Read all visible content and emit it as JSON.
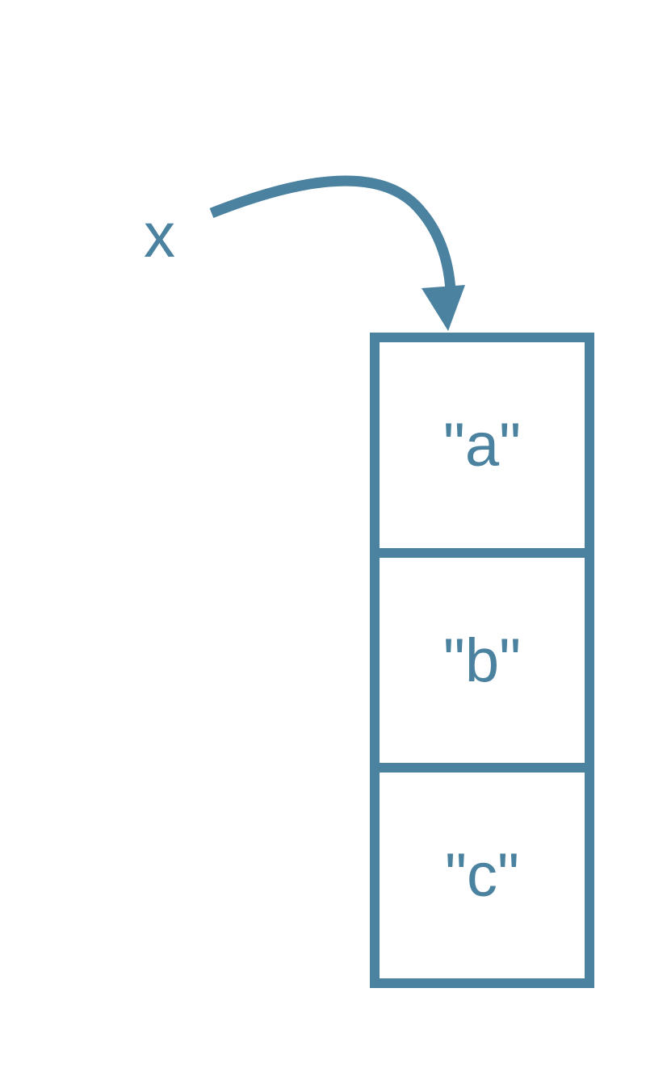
{
  "diagram": {
    "type": "variable-reference-to-list",
    "colors": {
      "stroke": "#4a82a0",
      "background": "#ffffff"
    },
    "variable": {
      "name": "x"
    },
    "arrow": {
      "from": "x",
      "to": "list",
      "icon": "curved-arrow-icon"
    },
    "list": {
      "cells": [
        {
          "label": "\"a\""
        },
        {
          "label": "\"b\""
        },
        {
          "label": "\"c\""
        }
      ]
    }
  }
}
